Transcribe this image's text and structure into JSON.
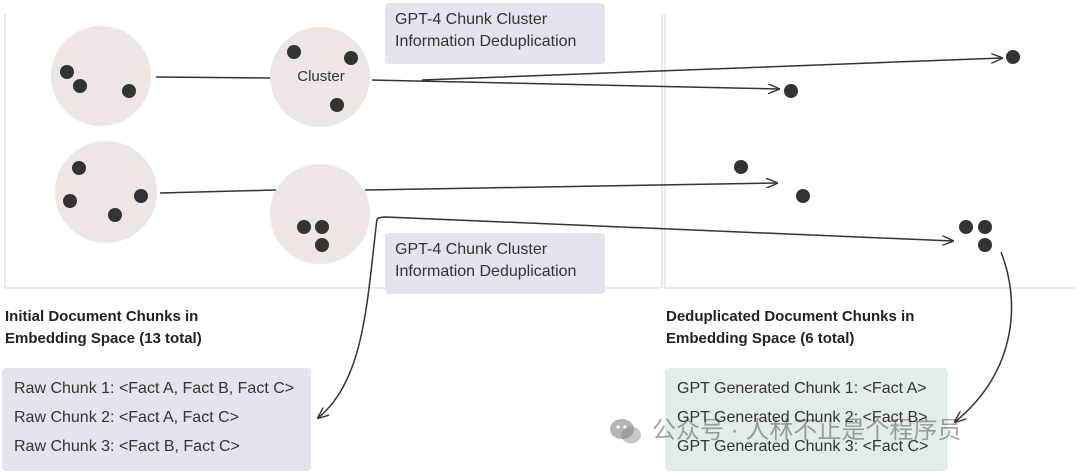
{
  "top_process_label": [
    "GPT-4 Chunk Cluster",
    "Information Deduplication"
  ],
  "bottom_process_label": [
    "GPT-4 Chunk Cluster",
    "Information Deduplication"
  ],
  "cluster_label": "Cluster",
  "left_heading": [
    "Initial Document Chunks in",
    "Embedding Space (13 total)"
  ],
  "right_heading": [
    "Deduplicated Document Chunks in",
    "Embedding Space (6 total)"
  ],
  "raw_chunks": [
    "Raw Chunk 1: <Fact A, Fact B, Fact C>",
    "Raw Chunk 2: <Fact A, Fact C>",
    "Raw Chunk 3: <Fact B, Fact C>"
  ],
  "generated_chunks": [
    "GPT Generated Chunk 1: <Fact A>",
    "GPT Generated Chunk 2: <Fact B>",
    "GPT Generated Chunk 3: <Fact C>"
  ],
  "watermark": {
    "icon": "wechat-icon",
    "text": "公众号 · 人林不止是个程序员"
  },
  "colors": {
    "circle_fill": "#ede6e3",
    "dot": "#333333",
    "line": "#333333",
    "panel_border": "#dddddd",
    "label_bg": "#e5e3ee",
    "dedup_bg": "#e2ece8"
  }
}
